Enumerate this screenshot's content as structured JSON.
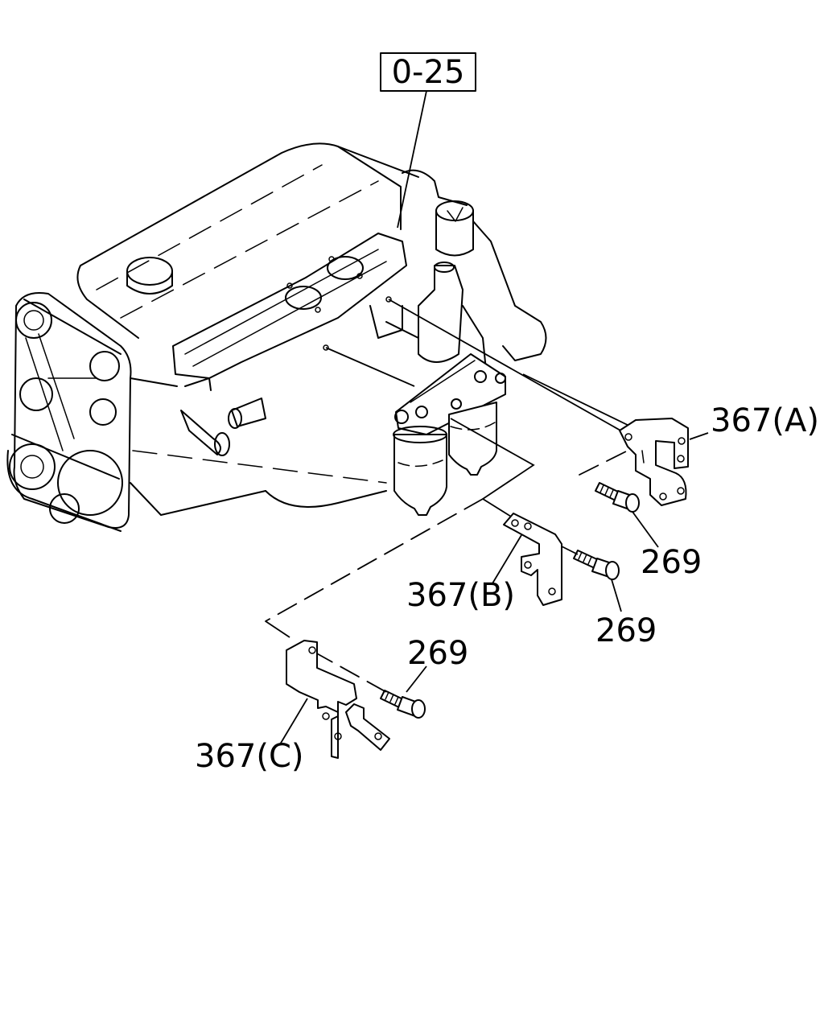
{
  "reference": {
    "text": "0-25"
  },
  "parts": {
    "bracket_a": "367(A)",
    "bracket_b": "367(B)",
    "bracket_c": "367(C)",
    "bolt_a": "269",
    "bolt_b": "269",
    "bolt_c": "269"
  }
}
